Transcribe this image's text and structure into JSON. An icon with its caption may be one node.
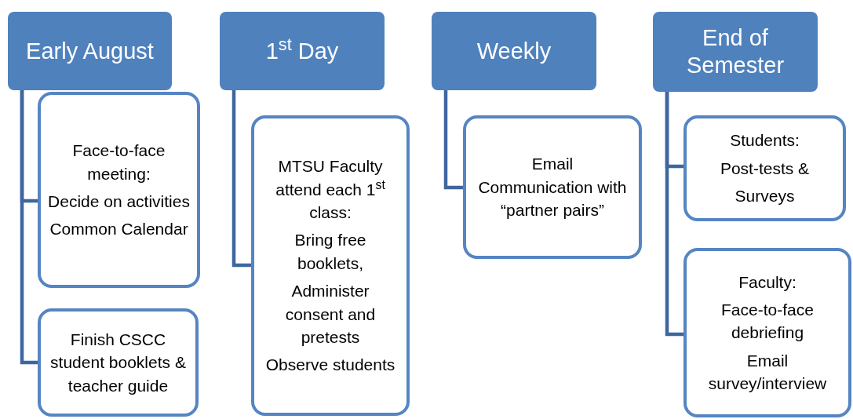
{
  "diagram": {
    "nodes": [
      {
        "text": [
          "Early August"
        ]
      },
      {
        "text": [
          "Face-to-face meeting:",
          "Decide on activities",
          "Common Calendar"
        ]
      },
      {
        "text": [
          "Finish CSCC student booklets & teacher guide"
        ]
      },
      {
        "text": [
          "1$^{st}$ Day"
        ]
      },
      {
        "text": [
          "MTSU Faculty attend each 1$^{st}$ class:",
          "Bring free booklets,",
          "Administer consent and pretests",
          "Observe students"
        ]
      },
      {
        "text": [
          "Weekly"
        ]
      },
      {
        "text": [
          "Email Communication with “partner pairs”"
        ]
      },
      {
        "text": [
          "End of Semester"
        ]
      },
      {
        "text": [
          "Students:",
          "Post-tests &",
          "Surveys"
        ]
      },
      {
        "text": [
          "Faculty:",
          "Face-to-face debriefing",
          "Email survey/interview"
        ]
      }
    ],
    "edges": [
      {
        "from": 0,
        "to": 1,
        "arrow": "none"
      },
      {
        "from": 0,
        "to": 2,
        "arrow": "none"
      },
      {
        "from": 3,
        "to": 4,
        "arrow": "none"
      },
      {
        "from": 5,
        "to": 6,
        "arrow": "none"
      },
      {
        "from": 7,
        "to": 8,
        "arrow": "none"
      },
      {
        "from": 7,
        "to": 9,
        "arrow": "none"
      }
    ]
  }
}
